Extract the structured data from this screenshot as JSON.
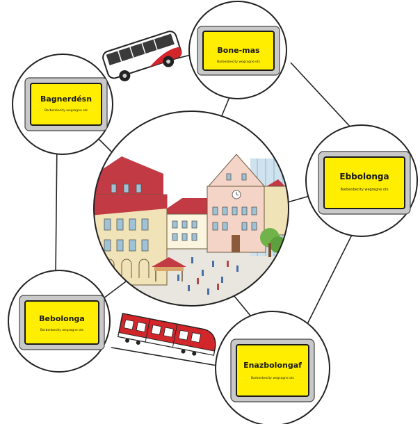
{
  "diagram": {
    "center": {
      "label": ""
    },
    "signs": [
      {
        "id": "top",
        "title": "Bone-mas",
        "subtitle": "Barbenbecity wegragne ots"
      },
      {
        "id": "left",
        "title": "Bagnerdésn",
        "subtitle": "Barbenbecity wegragne ots"
      },
      {
        "id": "right",
        "title": "Ebbolonga",
        "subtitle": "Barbenbecity wegragne ots"
      },
      {
        "id": "bottom-left",
        "title": "Bebolonga",
        "subtitle": "Barbenbecity wegragne ots"
      },
      {
        "id": "bottom-right",
        "title": "Enazbolongaf",
        "subtitle": "Barbenbecity wegragne ots"
      }
    ],
    "vehicles": [
      {
        "id": "bus",
        "icon": "bus-icon"
      },
      {
        "id": "train",
        "icon": "train-icon"
      }
    ],
    "colors": {
      "sign_yellow": "#ffee00",
      "sign_border": "#1a1a1a",
      "sign_frame": "#c9c9c9",
      "line": "#222222",
      "roof_red": "#c23a44",
      "bus_red": "#d3262b",
      "train_red": "#d3262b",
      "sky": "#ffffff"
    }
  }
}
